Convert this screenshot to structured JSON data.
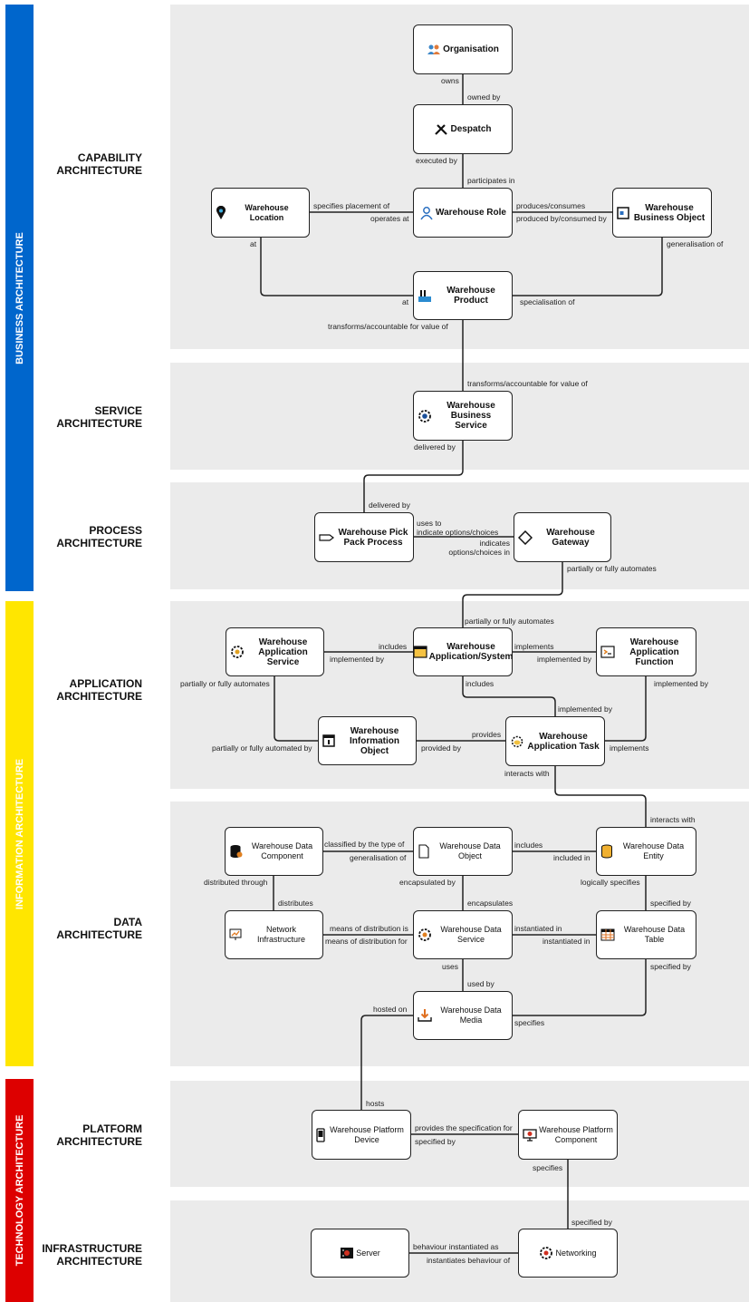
{
  "bands": {
    "business": {
      "label": "BUSINESS ARCHITECTURE",
      "color": "#0066cc",
      "text_color": "#ffffff"
    },
    "information": {
      "label": "INFORMATION ARCHITECTURE",
      "color": "#ffe600",
      "text_color": "#ffffff"
    },
    "technology": {
      "label": "TECHNOLOGY ARCHITECTURE",
      "color": "#dd0000",
      "text_color": "#ffffff"
    }
  },
  "sections": {
    "capability": "CAPABILITY\nARCHITECTURE",
    "service": "SERVICE\nARCHITECTURE",
    "process": "PROCESS\nARCHITECTURE",
    "application": "APPLICATION\nARCHITECTURE",
    "data": "DATA\nARCHITECTURE",
    "platform": "PLATFORM\nARCHITECTURE",
    "infrastructure": "INFRASTRUCTURE\nARCHITECTURE"
  },
  "nodes": {
    "organisation": {
      "label": "Organisation",
      "icon": "people-icon"
    },
    "despatch": {
      "label": "Despatch",
      "icon": "tools-icon"
    },
    "warehouse_location": {
      "label": "Warehouse Location",
      "icon": "location-pin-icon"
    },
    "warehouse_role": {
      "label": "Warehouse Role",
      "icon": "person-icon"
    },
    "warehouse_business_object": {
      "label": "Warehouse Business Object",
      "icon": "business-object-icon"
    },
    "warehouse_product": {
      "label": "Warehouse Product",
      "icon": "factory-icon"
    },
    "warehouse_business_service": {
      "label": "Warehouse Business Service",
      "icon": "service-gear-icon"
    },
    "warehouse_pick_pack_process": {
      "label": "Warehouse Pick Pack Process",
      "icon": "process-arrow-icon"
    },
    "warehouse_gateway": {
      "label": "Warehouse Gateway",
      "icon": "diamond-icon"
    },
    "warehouse_application_service": {
      "label": "Warehouse Application Service",
      "icon": "app-service-gear-icon"
    },
    "warehouse_application_system": {
      "label": "Warehouse Application/System",
      "icon": "application-window-icon"
    },
    "warehouse_application_function": {
      "label": "Warehouse Application Function",
      "icon": "terminal-icon"
    },
    "warehouse_information_object": {
      "label": "Warehouse Information Object",
      "icon": "info-object-icon"
    },
    "warehouse_application_task": {
      "label": "Warehouse Application Task",
      "icon": "task-cloud-icon"
    },
    "warehouse_data_component": {
      "label": "Warehouse Data Component",
      "icon": "database-gear-icon"
    },
    "warehouse_data_object": {
      "label": "Warehouse Data Object",
      "icon": "document-icon"
    },
    "warehouse_data_entity": {
      "label": "Warehouse Data Entity",
      "icon": "database-icon"
    },
    "network_infrastructure": {
      "label": "Network Infrastructure",
      "icon": "network-chart-icon"
    },
    "warehouse_data_service": {
      "label": "Warehouse Data Service",
      "icon": "data-service-gear-icon"
    },
    "warehouse_data_table": {
      "label": "Warehouse Data Table",
      "icon": "table-icon"
    },
    "warehouse_data_media": {
      "label": "Warehouse Data Media",
      "icon": "download-tray-icon"
    },
    "warehouse_platform_device": {
      "label": "Warehouse Platform Device",
      "icon": "mobile-device-icon"
    },
    "warehouse_platform_component": {
      "label": "Warehouse Platform Component",
      "icon": "monitor-icon"
    },
    "server": {
      "label": "Server",
      "icon": "server-icon"
    },
    "networking": {
      "label": "Networking",
      "icon": "network-gear-icon"
    }
  },
  "relations": {
    "owns": "owns",
    "owned_by": "owned by",
    "executed_by": "executed by",
    "participates_in": "participates in",
    "specifies_placement_of": "specifies placement of",
    "operates_at": "operates at",
    "produces_consumes": "produces/consumes",
    "produced_by_consumed_by": "produced by/consumed by",
    "loc_at": "at",
    "prod_at": "at",
    "generalisation_of": "generalisation of",
    "specialisation_of": "specialisation of",
    "transforms_accountable_1": "transforms/accountable for value of",
    "transforms_accountable_2": "transforms/accountable for value of",
    "delivered_by_1": "delivered by",
    "delivered_by_2": "delivered by",
    "uses_to_indicate": "uses to\nindicate options/choices",
    "indicates_options_in": "indicates\noptions/choices in",
    "partially_automates_1": "partially or fully automates",
    "partially_automates_2": "partially or fully automates",
    "includes_1": "includes",
    "implemented_by_1": "implemented by",
    "implements_1": "implements",
    "implemented_by_2": "implemented by",
    "partially_automates_3": "partially or fully automates",
    "includes_2": "includes",
    "implemented_by_3": "implemented by",
    "implemented_by_4": "implemented by",
    "partially_automated_by": "partially or fully automated by",
    "provides": "provides",
    "provided_by": "provided by",
    "implements_2": "implements",
    "interacts_with_1": "interacts with",
    "interacts_with_2": "interacts with",
    "classified_by_type": "classified by the type of",
    "generalisation_of_2": "generalisation of",
    "includes_3": "includes",
    "included_in": "included in",
    "distributed_through": "distributed through",
    "distributes": "distributes",
    "encapsulated_by": "encapsulated by",
    "encapsulates": "encapsulates",
    "logically_specifies": "logically specifies",
    "specified_by_1": "specified by",
    "means_of_distribution_is": "means of distribution is",
    "means_of_distribution_for": "means of distribution for",
    "instantiated_in_1": "instantiated in",
    "instantiated_in_2": "instantiated in",
    "uses": "uses",
    "used_by": "used by",
    "specified_by_2": "specified by",
    "hosted_on": "hosted on",
    "specifies_1": "specifies",
    "hosts": "hosts",
    "provides_specification_for": "provides the specification for",
    "specified_by_3": "specified by",
    "specifies_2": "specifies",
    "specified_by_4": "specified by",
    "behaviour_instantiated_as": "behaviour instantiated as",
    "instantiates_behaviour_of": "instantiates behaviour of"
  }
}
